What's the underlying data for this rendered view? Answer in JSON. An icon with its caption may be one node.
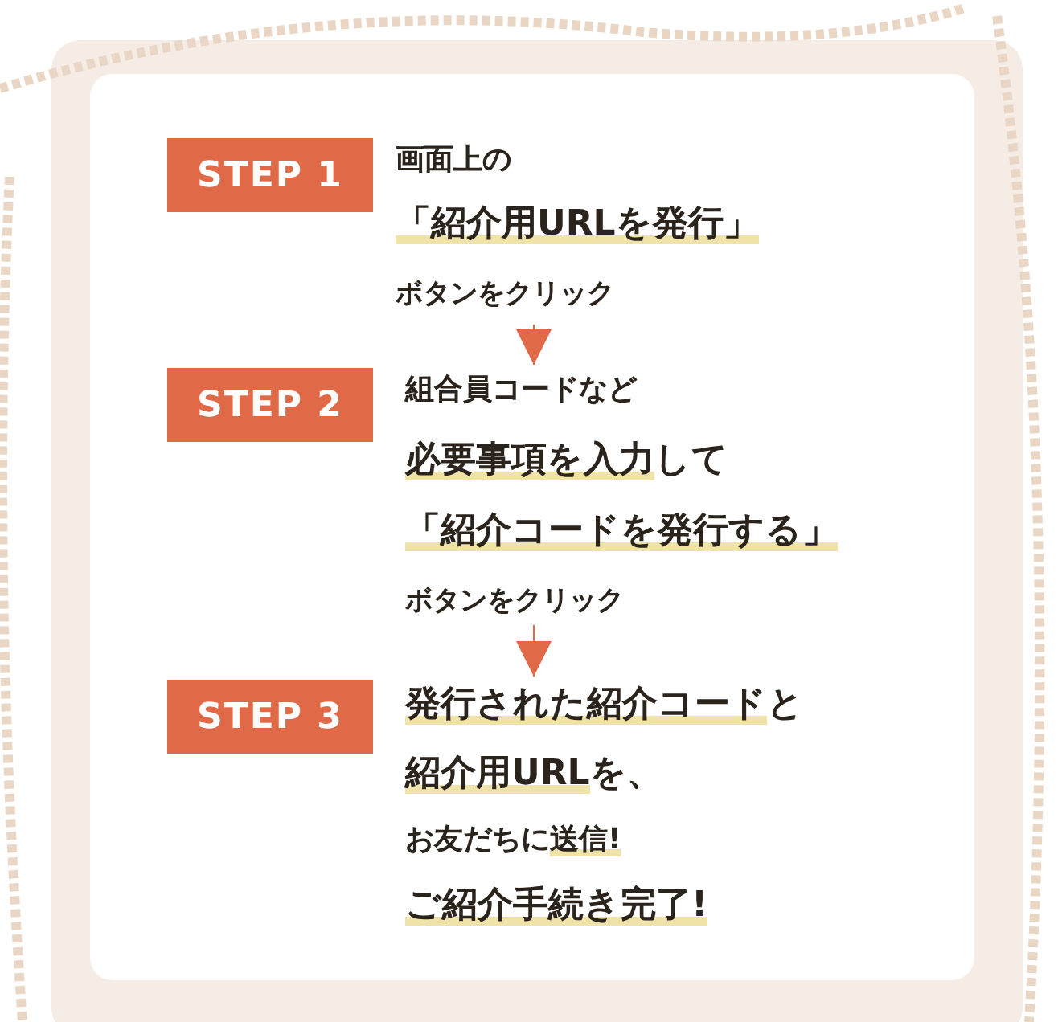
{
  "diagram": {
    "nodes": [
      {
        "text": [
          "STEP 1"
        ]
      },
      {
        "text": [
          "画面上の",
          "「紹介用URLを発行」",
          "ボタンをクリック"
        ]
      },
      {
        "text": [
          "STEP 2"
        ]
      },
      {
        "text": [
          "組合員コードなど",
          "必要事項を入力して",
          "「紹介コードを発行する」",
          "ボタンをクリック"
        ]
      },
      {
        "text": [
          "STEP 3"
        ]
      },
      {
        "text": [
          "発行された紹介コードと",
          "紹介用URLを、",
          "お友だちに送信!",
          "ご紹介手続き完了!"
        ]
      }
    ],
    "edges": [
      {
        "from": 1,
        "to": 3,
        "arrow": "to"
      },
      {
        "from": 3,
        "to": 5,
        "arrow": "to"
      }
    ]
  }
}
